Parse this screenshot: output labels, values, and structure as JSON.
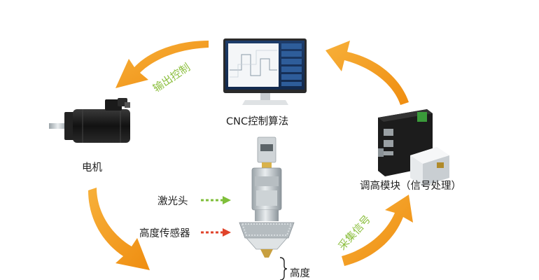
{
  "labels": {
    "cnc": "CNC控制算法",
    "motor": "电机",
    "laser_head": "激光头",
    "height_sensor": "高度传感器",
    "height": "高度",
    "module": "调高模块（信号处理）",
    "output_control": "输出控制",
    "signal_acquisition": "采集信号"
  },
  "colors": {
    "arrow_orange": "#f39a1c",
    "arrow_text_green": "#8cbf3f",
    "laser_arrow": "#7fbf3a",
    "sensor_arrow": "#e0432b",
    "text": "#222222"
  },
  "icons": {
    "cnc": "monitor-icon",
    "motor": "servo-motor-icon",
    "module": "controller-module-icon",
    "laser_head": "laser-cutting-head-icon"
  }
}
